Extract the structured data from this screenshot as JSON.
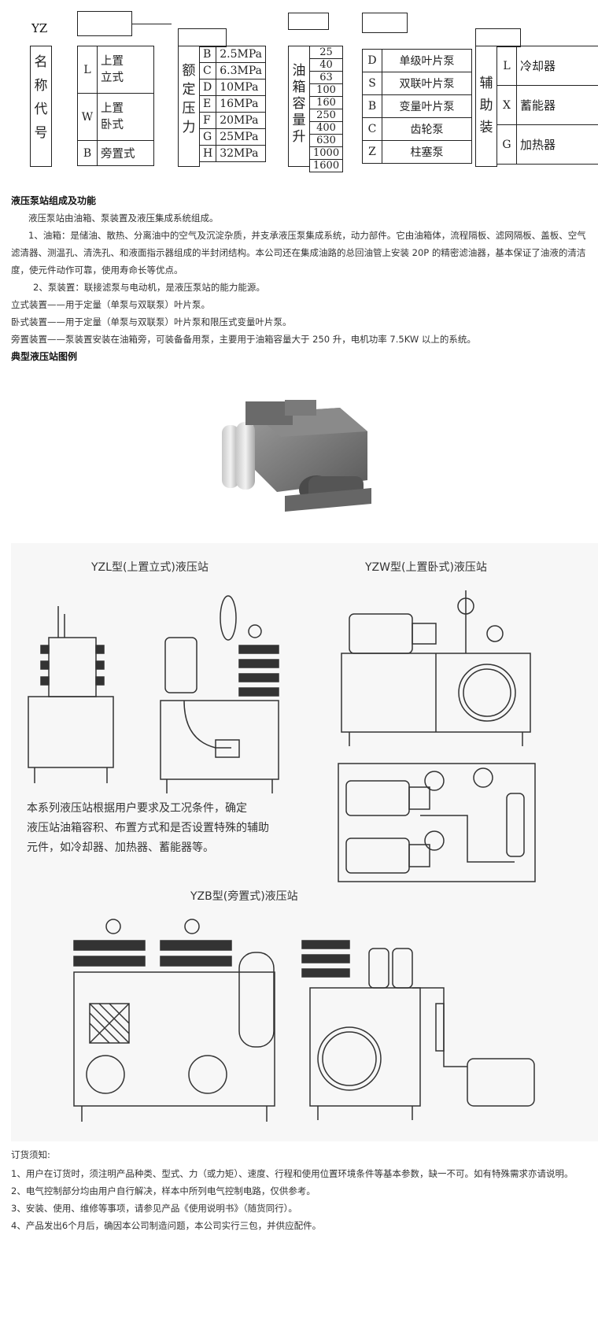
{
  "model_code": {
    "prefix": "YZ",
    "name_label": [
      "名",
      "称",
      "代",
      "号"
    ],
    "names": [
      {
        "code": "L",
        "lines": [
          "上置",
          "立式"
        ]
      },
      {
        "code": "W",
        "lines": [
          "上置",
          "卧式"
        ]
      },
      {
        "code": "B",
        "lines": [
          "旁置式"
        ]
      }
    ],
    "pressure_label": [
      "额",
      "定",
      "压",
      "力"
    ],
    "pressures": [
      {
        "code": "B",
        "value": "2.5MPa"
      },
      {
        "code": "C",
        "value": "6.3MPa"
      },
      {
        "code": "D",
        "value": "10MPa"
      },
      {
        "code": "E",
        "value": "16MPa"
      },
      {
        "code": "F",
        "value": "20MPa"
      },
      {
        "code": "G",
        "value": "25MPa"
      },
      {
        "code": "H",
        "value": "32MPa"
      }
    ],
    "tank_label": [
      "油",
      "箱",
      "容",
      "量",
      "升"
    ],
    "tank_volumes": [
      "25",
      "40",
      "63",
      "100",
      "160",
      "250",
      "400",
      "630",
      "1000",
      "1600"
    ],
    "pumps": [
      {
        "code": "D",
        "name": "单级叶片泵"
      },
      {
        "code": "S",
        "name": "双联叶片泵"
      },
      {
        "code": "B",
        "name": "变量叶片泵"
      },
      {
        "code": "C",
        "name": "齿轮泵"
      },
      {
        "code": "Z",
        "name": "柱塞泵"
      }
    ],
    "aux_label": [
      "辅",
      "助",
      "装"
    ],
    "aux": [
      {
        "code": "L",
        "name": "冷却器"
      },
      {
        "code": "X",
        "name": "蓄能器"
      },
      {
        "code": "G",
        "name": "加热器"
      }
    ]
  },
  "intro": {
    "heading": "液压泵站组成及功能",
    "p1": "液压泵站由油箱、泵装置及液压集成系统组成。",
    "p2": "1、油箱：是储油、散热、分离油中的空气及沉淀杂质，并支承液压泵集成系统，动力部件。它由油箱体，流程隔板、滤网隔板、盖板、空气滤清器、测温孔、清洗孔、和液面指示器组成的半封闭结构。本公司还在集成油路的总回油管上安装 20P 的精密滤油器，基本保证了油液的清洁度，使元件动作可靠，使用寿命长等优点。",
    "p3": "2、泵装置：联接滤泵与电动机，是液压泵站的能力能源。",
    "p4": "立式装置——用于定量（单泵与双联泵）叶片泵。",
    "p5": "卧式装置——用于定量（单泵与双联泵）叶片泵和限压式变量叶片泵。",
    "p6": "旁置装置——泵装置安装在油箱旁，可装备备用泵，主要用于油箱容量大于 250 升，电机功率 7.5KW 以上的系统。",
    "typical_heading": "典型液压站图例"
  },
  "drawings": {
    "yzl_title": "YZL型(上置立式)液压站",
    "yzw_title": "YZW型(上置卧式)液压站",
    "yzb_title": "YZB型(旁置式)液压站",
    "note_lines": [
      "本系列液压站根据用户要求及工况条件，确定",
      "液压站油箱容积、布置方式和是否设置特殊的辅助",
      "元件，如冷却器、加热器、蓄能器等。"
    ]
  },
  "order": {
    "heading": "订货须知:",
    "items": [
      "1、用户在订货时，须注明产品种类、型式、力（或力矩）、速度、行程和使用位置环境条件等基本参数，缺一不可。如有特殊需求亦请说明。",
      "2、电气控制部分均由用户自行解决，样本中所列电气控制电路，仅供参考。",
      "3、安装、使用、维修等事项，请参见产品《使用说明书》（随货同行）。",
      "4、产品发出6个月后，确因本公司制造问题，本公司实行三包，并供应配件。"
    ]
  }
}
